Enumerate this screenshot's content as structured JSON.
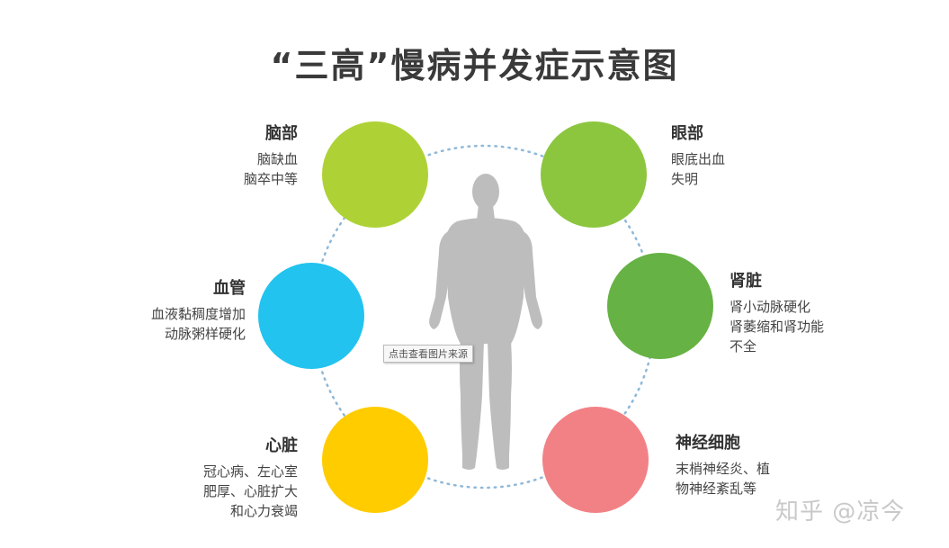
{
  "title": "“三高”慢病并发症示意图",
  "nodes": {
    "brain": {
      "color": "#aed236",
      "heading": "脑部",
      "lines": [
        "脑缺血",
        "脑卒中等"
      ]
    },
    "eye": {
      "color": "#8cc63f",
      "heading": "眼部",
      "lines": [
        "眼底出血",
        "失明"
      ]
    },
    "vessel": {
      "color": "#22c3ef",
      "heading": "血管",
      "lines": [
        "血液黏稠度增加",
        "动脉粥样硬化"
      ]
    },
    "kidney": {
      "color": "#66b244",
      "heading": "肾脏",
      "lines": [
        "肾小动脉硬化",
        "肾萎缩和肾功能",
        "不全"
      ]
    },
    "heart": {
      "color": "#ffcc00",
      "heading": "心脏",
      "lines": [
        "冠心病、左心室",
        "肥厚、心脏扩大",
        "和心力衰竭"
      ]
    },
    "nerve": {
      "color": "#f28186",
      "heading": "神经细胞",
      "lines": [
        "末梢神经炎、植",
        "物神经紊乱等"
      ]
    }
  },
  "ring_color": "#8fb8d8",
  "body_color": "#bdbdbd",
  "tooltip": "点击查看图片来源",
  "watermark": "知乎 @凉今"
}
